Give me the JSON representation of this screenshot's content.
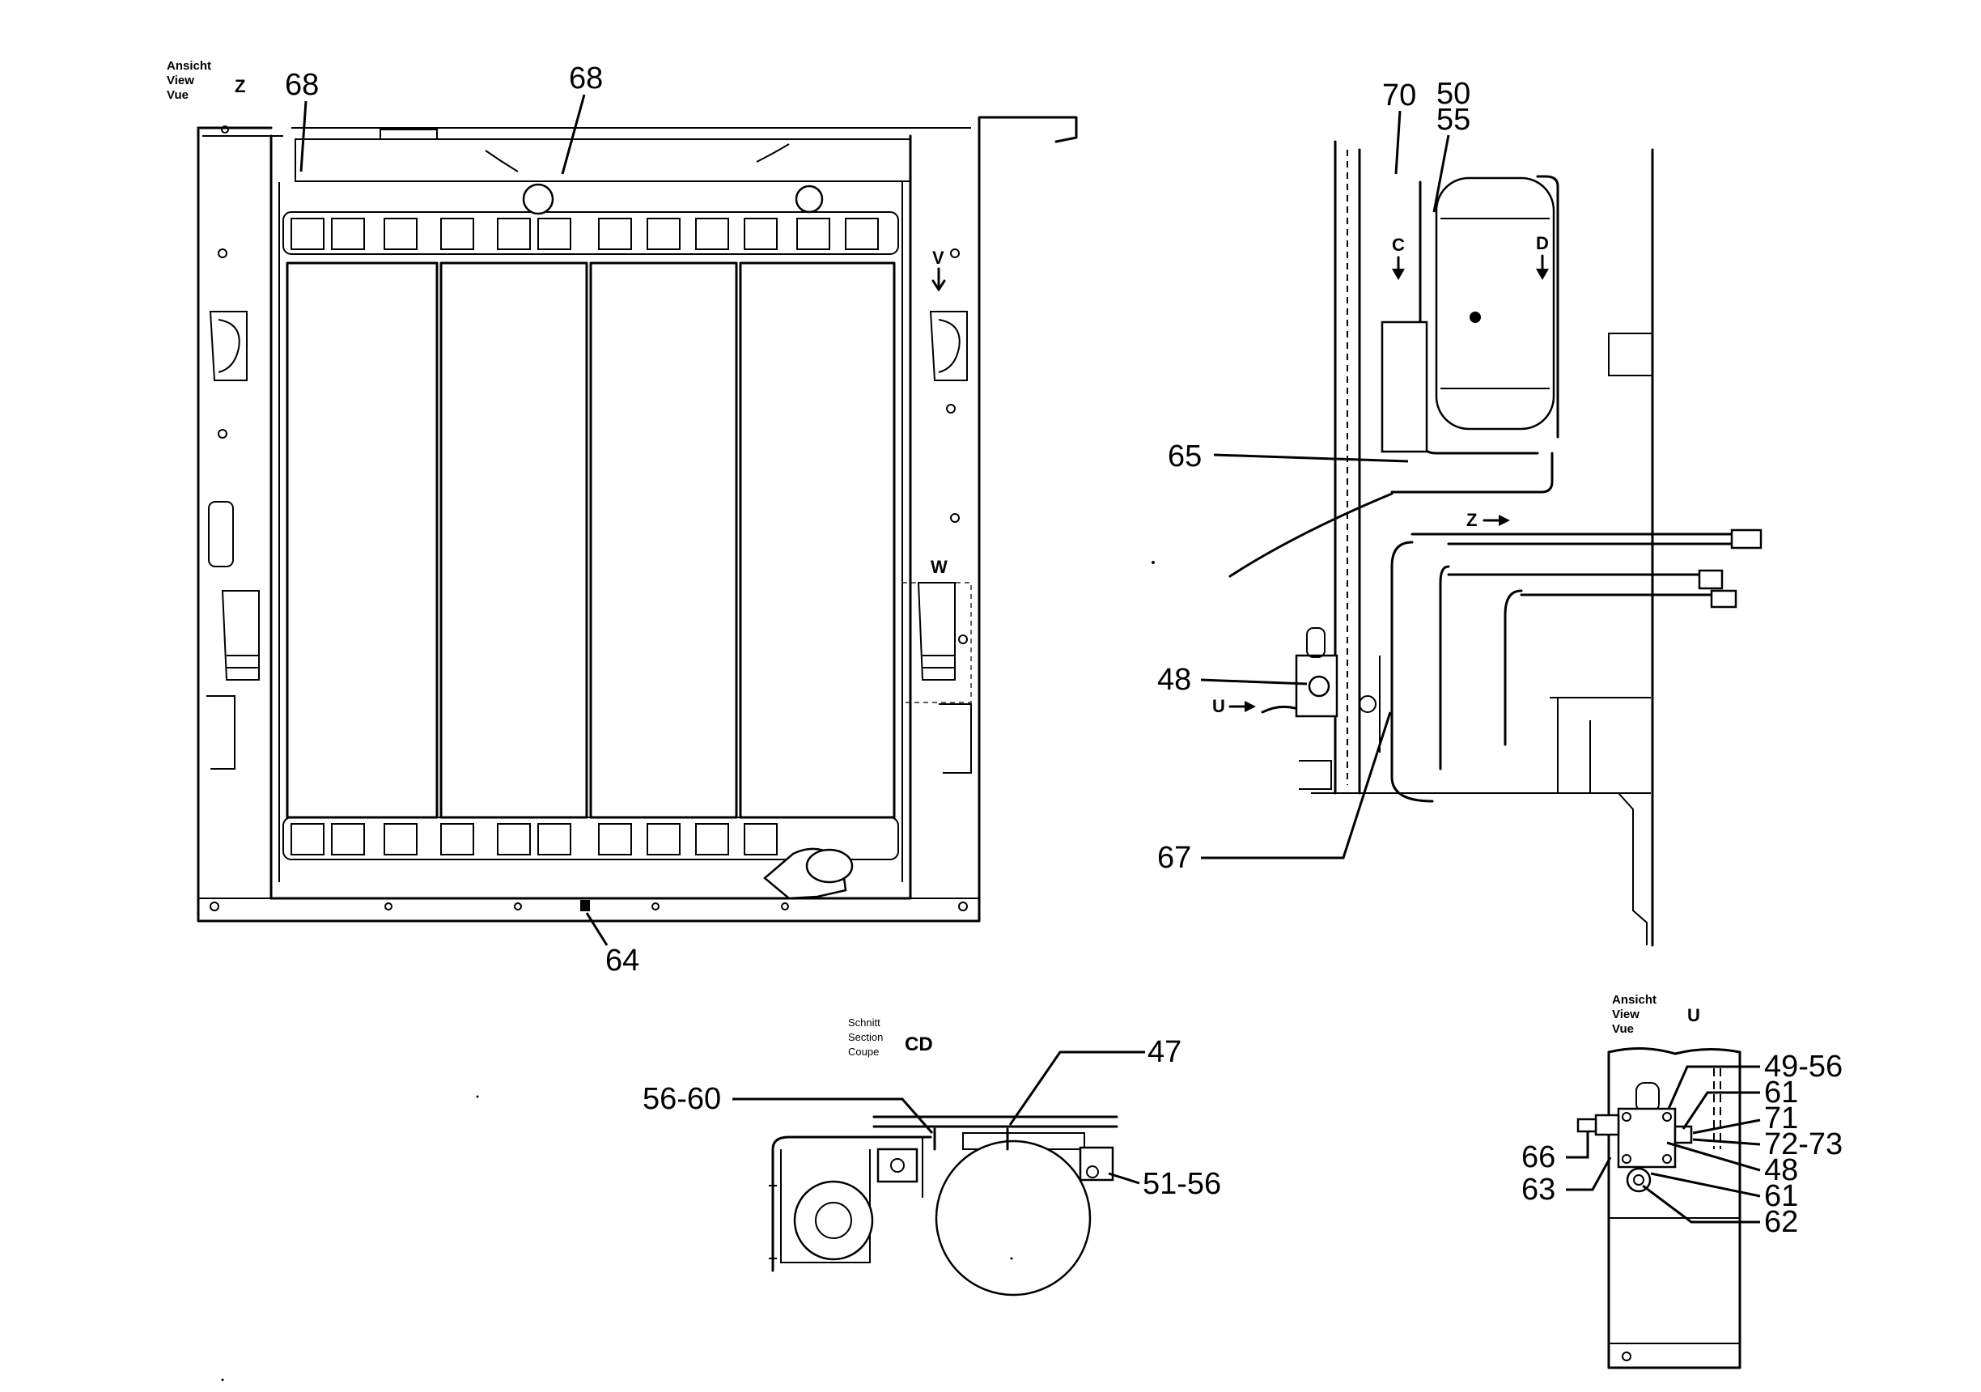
{
  "views": {
    "z": {
      "heading": [
        "Ansicht",
        "View",
        "Vue"
      ],
      "letter": "Z"
    },
    "u": {
      "heading": [
        "Ansicht",
        "View",
        "Vue"
      ],
      "letter": "U"
    },
    "cd": {
      "heading": [
        "Schnitt",
        "Section",
        "Coupe"
      ],
      "letter": "CD"
    }
  },
  "markers": {
    "v": "V",
    "w": "W",
    "c": "C",
    "d": "D",
    "z_arrow": "Z",
    "u_arrow": "U"
  },
  "callouts": {
    "c68a": "68",
    "c68b": "68",
    "c64": "64",
    "c70": "70",
    "c50": "50",
    "c55": "55",
    "c65": "65",
    "c48": "48",
    "c67": "67",
    "c47": "47",
    "c5660": "56-60",
    "c5156": "51-56",
    "c4956": "49-56",
    "c61a": "61",
    "c71": "71",
    "c7273": "72-73",
    "c48b": "48",
    "c61b": "61",
    "c62": "62",
    "c66": "66",
    "c63": "63"
  }
}
